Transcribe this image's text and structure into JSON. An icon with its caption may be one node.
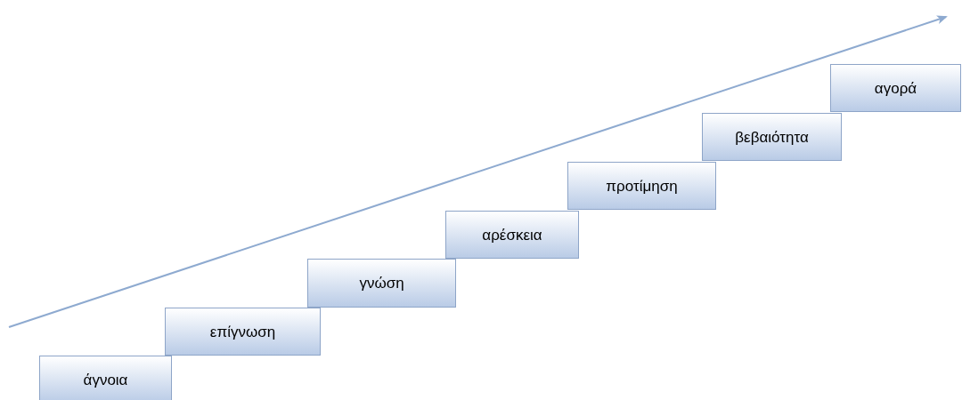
{
  "diagram": {
    "nodes": [
      {
        "text": [
          "άγνοια"
        ]
      },
      {
        "text": [
          "επίγνωση"
        ]
      },
      {
        "text": [
          "γνώση"
        ]
      },
      {
        "text": [
          "αρέσκεια"
        ]
      },
      {
        "text": [
          "προτίμηση"
        ]
      },
      {
        "text": [
          "βεβαιότητα"
        ]
      },
      {
        "text": [
          "αγορά"
        ]
      }
    ]
  }
}
